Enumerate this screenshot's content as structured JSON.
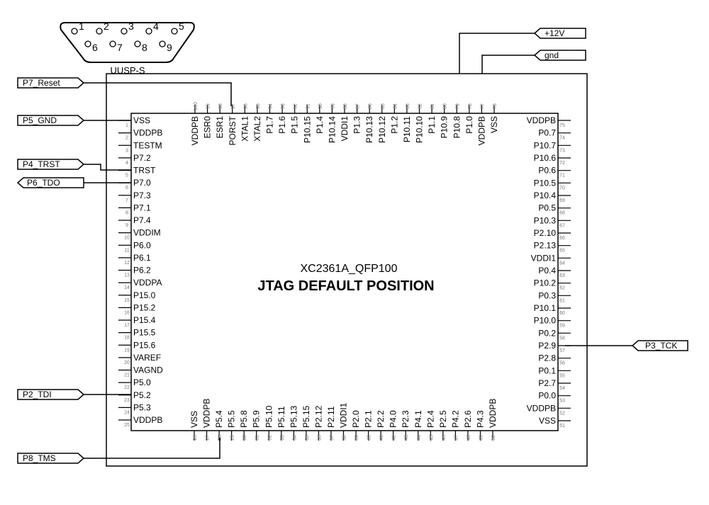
{
  "chip": {
    "part": "XC2361A_QFP100",
    "subtitle": "JTAG DEFAULT POSITION",
    "left_pins": [
      "VSS",
      "VDDPB",
      "TESTM",
      "P7.2",
      "TRST",
      "P7.0",
      "P7.3",
      "P7.1",
      "P7.4",
      "VDDIM",
      "P6.0",
      "P6.1",
      "P6.2",
      "VDDPA",
      "P15.0",
      "P15.2",
      "P15.4",
      "P15.5",
      "P15.6",
      "VAREF",
      "VAGND",
      "P5.0",
      "P5.2",
      "P5.3",
      "VDDPB"
    ],
    "bottom_pins": [
      "VSS",
      "VDDPB",
      "P5.4",
      "P5.5",
      "P5.8",
      "P5.9",
      "P5.10",
      "P5.11",
      "P5.13",
      "P5.15",
      "P2.12",
      "P2.11",
      "VDDI1",
      "P2.0",
      "P2.1",
      "P2.2",
      "P4.0",
      "P2.3",
      "P4.1",
      "P2.4",
      "P2.5",
      "P4.2",
      "P2.6",
      "P4.3",
      "VDDPB"
    ],
    "right_pins": [
      "VSS",
      "VDDPB",
      "P0.0",
      "P2.7",
      "P0.1",
      "P2.8",
      "P2.9",
      "P0.2",
      "P10.0",
      "P10.1",
      "P0.3",
      "P10.2",
      "P0.4",
      "VDDI1",
      "P2.13",
      "P2.10",
      "P10.3",
      "P0.5",
      "P10.4",
      "P10.5",
      "P0.6",
      "P10.6",
      "P10.7",
      "P0.7",
      "VDDPB"
    ],
    "top_pins": [
      "VSS",
      "VDDPB",
      "P1.0",
      "P10.8",
      "P10.9",
      "P1.1",
      "P10.10",
      "P10.11",
      "P1.2",
      "P10.12",
      "P10.13",
      "P1.3",
      "VDDI1",
      "P10.14",
      "P1.4",
      "P10.15",
      "P1.5",
      "P1.6",
      "P1.7",
      "XTAL2",
      "XTAL1",
      "PORST",
      "ESR1",
      "ESR0",
      "VDDPB"
    ]
  },
  "connector": {
    "name": "UUSP-S",
    "top_pins": [
      "1",
      "2",
      "3",
      "4",
      "5"
    ],
    "bottom_pins": [
      "6",
      "7",
      "8",
      "9"
    ]
  },
  "nets": {
    "left": [
      {
        "label": "P7_Reset",
        "pin": "97",
        "direction": "out"
      },
      {
        "label": "P5_GND",
        "pin": "1",
        "direction": "out"
      },
      {
        "label": "P4_TRST",
        "pin": "5",
        "direction": "out"
      },
      {
        "label": "P6_TDO",
        "pin": "6",
        "direction": "in"
      },
      {
        "label": "P2_TDI",
        "pin": "23",
        "direction": "out"
      },
      {
        "label": "P8_TMS",
        "pin": "28",
        "direction": "out"
      }
    ],
    "right": [
      {
        "label": "+12V",
        "direction": "in"
      },
      {
        "label": "gnd",
        "direction": "in"
      },
      {
        "label": "P3_TCK",
        "pin": "57",
        "direction": "in"
      }
    ]
  }
}
